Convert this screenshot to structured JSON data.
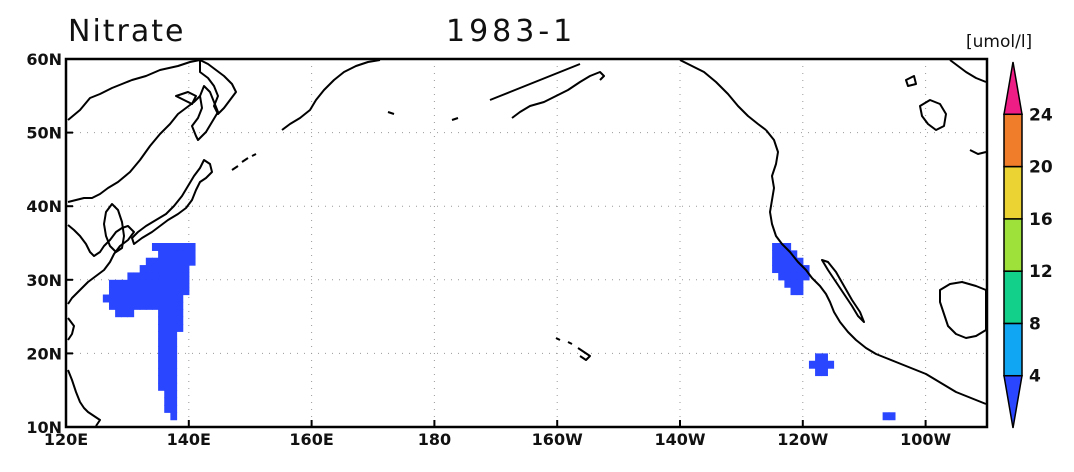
{
  "header": {
    "variable": "Nitrate",
    "period": "1983-1",
    "unit": "[umol/l]"
  },
  "map": {
    "lon_range": [
      120,
      270
    ],
    "lat_range": [
      10,
      60
    ],
    "x_ticks": [
      {
        "lon": 120,
        "label": "120E"
      },
      {
        "lon": 140,
        "label": "140E"
      },
      {
        "lon": 160,
        "label": "160E"
      },
      {
        "lon": 180,
        "label": "180"
      },
      {
        "lon": 200,
        "label": "160W"
      },
      {
        "lon": 220,
        "label": "140W"
      },
      {
        "lon": 240,
        "label": "120W"
      },
      {
        "lon": 260,
        "label": "100W"
      }
    ],
    "y_ticks": [
      {
        "lat": 10,
        "label": "10N"
      },
      {
        "lat": 20,
        "label": "20N"
      },
      {
        "lat": 30,
        "label": "30N"
      },
      {
        "lat": 40,
        "label": "40N"
      },
      {
        "lat": 50,
        "label": "50N"
      },
      {
        "lat": 60,
        "label": "60N"
      }
    ],
    "gridlines": "dotted",
    "cell_size_deg": 1,
    "fill_color": "#2a46ff",
    "shaded_cells": [
      [
        134,
        34
      ],
      [
        135,
        34
      ],
      [
        136,
        34
      ],
      [
        137,
        34
      ],
      [
        138,
        34
      ],
      [
        139,
        34
      ],
      [
        140,
        34
      ],
      [
        135,
        33
      ],
      [
        136,
        33
      ],
      [
        137,
        33
      ],
      [
        138,
        33
      ],
      [
        139,
        33
      ],
      [
        140,
        33
      ],
      [
        133,
        32
      ],
      [
        134,
        32
      ],
      [
        135,
        32
      ],
      [
        136,
        32
      ],
      [
        137,
        32
      ],
      [
        138,
        32
      ],
      [
        139,
        32
      ],
      [
        140,
        32
      ],
      [
        132,
        31
      ],
      [
        133,
        31
      ],
      [
        134,
        31
      ],
      [
        135,
        31
      ],
      [
        136,
        31
      ],
      [
        137,
        31
      ],
      [
        138,
        31
      ],
      [
        139,
        31
      ],
      [
        130,
        30
      ],
      [
        131,
        30
      ],
      [
        132,
        30
      ],
      [
        133,
        30
      ],
      [
        134,
        30
      ],
      [
        135,
        30
      ],
      [
        136,
        30
      ],
      [
        137,
        30
      ],
      [
        138,
        30
      ],
      [
        139,
        30
      ],
      [
        127,
        29
      ],
      [
        128,
        29
      ],
      [
        129,
        29
      ],
      [
        130,
        29
      ],
      [
        131,
        29
      ],
      [
        132,
        29
      ],
      [
        133,
        29
      ],
      [
        134,
        29
      ],
      [
        135,
        29
      ],
      [
        136,
        29
      ],
      [
        137,
        29
      ],
      [
        138,
        29
      ],
      [
        139,
        29
      ],
      [
        127,
        28
      ],
      [
        128,
        28
      ],
      [
        129,
        28
      ],
      [
        130,
        28
      ],
      [
        131,
        28
      ],
      [
        132,
        28
      ],
      [
        133,
        28
      ],
      [
        134,
        28
      ],
      [
        135,
        28
      ],
      [
        136,
        28
      ],
      [
        137,
        28
      ],
      [
        138,
        28
      ],
      [
        139,
        28
      ],
      [
        126,
        27
      ],
      [
        127,
        27
      ],
      [
        128,
        27
      ],
      [
        129,
        27
      ],
      [
        130,
        27
      ],
      [
        131,
        27
      ],
      [
        132,
        27
      ],
      [
        133,
        27
      ],
      [
        134,
        27
      ],
      [
        135,
        27
      ],
      [
        136,
        27
      ],
      [
        137,
        27
      ],
      [
        138,
        27
      ],
      [
        127,
        26
      ],
      [
        128,
        26
      ],
      [
        129,
        26
      ],
      [
        130,
        26
      ],
      [
        131,
        26
      ],
      [
        132,
        26
      ],
      [
        133,
        26
      ],
      [
        134,
        26
      ],
      [
        135,
        26
      ],
      [
        136,
        26
      ],
      [
        137,
        26
      ],
      [
        138,
        26
      ],
      [
        128,
        25
      ],
      [
        129,
        25
      ],
      [
        130,
        25
      ],
      [
        135,
        25
      ],
      [
        136,
        25
      ],
      [
        137,
        25
      ],
      [
        138,
        25
      ],
      [
        135,
        24
      ],
      [
        136,
        24
      ],
      [
        137,
        24
      ],
      [
        138,
        24
      ],
      [
        135,
        23
      ],
      [
        136,
        23
      ],
      [
        137,
        23
      ],
      [
        138,
        23
      ],
      [
        135,
        22
      ],
      [
        136,
        22
      ],
      [
        137,
        22
      ],
      [
        135,
        21
      ],
      [
        136,
        21
      ],
      [
        137,
        21
      ],
      [
        135,
        20
      ],
      [
        136,
        20
      ],
      [
        137,
        20
      ],
      [
        135,
        19
      ],
      [
        136,
        19
      ],
      [
        137,
        19
      ],
      [
        135,
        18
      ],
      [
        136,
        18
      ],
      [
        137,
        18
      ],
      [
        135,
        17
      ],
      [
        136,
        17
      ],
      [
        137,
        17
      ],
      [
        135,
        16
      ],
      [
        136,
        16
      ],
      [
        137,
        16
      ],
      [
        135,
        15
      ],
      [
        136,
        15
      ],
      [
        137,
        15
      ],
      [
        136,
        14
      ],
      [
        137,
        14
      ],
      [
        136,
        13
      ],
      [
        137,
        13
      ],
      [
        136,
        12
      ],
      [
        137,
        12
      ],
      [
        137,
        11
      ],
      [
        235,
        34
      ],
      [
        236,
        34
      ],
      [
        237,
        34
      ],
      [
        235,
        33
      ],
      [
        236,
        33
      ],
      [
        237,
        33
      ],
      [
        238,
        33
      ],
      [
        235,
        32
      ],
      [
        236,
        32
      ],
      [
        237,
        32
      ],
      [
        238,
        32
      ],
      [
        239,
        32
      ],
      [
        235,
        31
      ],
      [
        236,
        31
      ],
      [
        237,
        31
      ],
      [
        238,
        31
      ],
      [
        239,
        31
      ],
      [
        240,
        31
      ],
      [
        236,
        30
      ],
      [
        237,
        30
      ],
      [
        238,
        30
      ],
      [
        239,
        30
      ],
      [
        240,
        30
      ],
      [
        237,
        29
      ],
      [
        238,
        29
      ],
      [
        239,
        29
      ],
      [
        238,
        28
      ],
      [
        239,
        28
      ],
      [
        242,
        19
      ],
      [
        243,
        19
      ],
      [
        241,
        18
      ],
      [
        242,
        18
      ],
      [
        243,
        18
      ],
      [
        244,
        18
      ],
      [
        242,
        17
      ],
      [
        243,
        17
      ],
      [
        253,
        11
      ],
      [
        254,
        11
      ]
    ]
  },
  "colorbar": {
    "levels": [
      4,
      8,
      12,
      16,
      20,
      24
    ],
    "labels": [
      "4",
      "8",
      "12",
      "16",
      "20",
      "24"
    ],
    "colors": [
      "#2a46ff",
      "#11a6f4",
      "#12cf8a",
      "#9ee13a",
      "#ead332",
      "#f07d2a",
      "#ee1c85"
    ]
  }
}
